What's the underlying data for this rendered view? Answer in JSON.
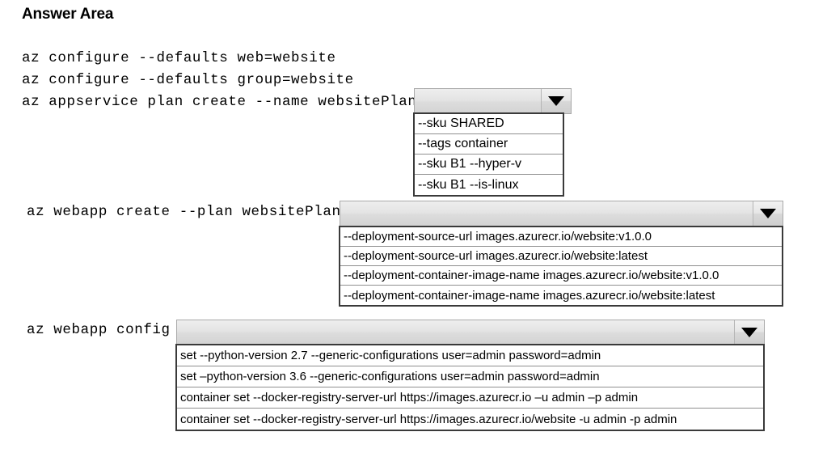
{
  "page": {
    "title": "Answer Area"
  },
  "commands": {
    "line1": "az configure --defaults web=website",
    "line2": "az configure --defaults group=website",
    "line3": "az appservice plan create --name websitePlan",
    "line4": "az webapp create --plan websitePlan",
    "line5": "az webapp config"
  },
  "dropdowns": [
    {
      "id": "dropdown-1",
      "selected_value": "",
      "arrow_icon": "chevron-down-icon",
      "expanded": true,
      "options": [
        "--sku SHARED",
        "--tags container",
        "--sku B1 --hyper-v",
        "--sku B1 --is-linux"
      ]
    },
    {
      "id": "dropdown-2",
      "selected_value": "",
      "arrow_icon": "chevron-down-icon",
      "expanded": true,
      "options": [
        "--deployment-source-url images.azurecr.io/website:v1.0.0",
        "--deployment-source-url images.azurecr.io/website:latest",
        "--deployment-container-image-name images.azurecr.io/website:v1.0.0",
        "--deployment-container-image-name images.azurecr.io/website:latest"
      ]
    },
    {
      "id": "dropdown-3",
      "selected_value": "",
      "arrow_icon": "chevron-down-icon",
      "expanded": true,
      "options": [
        "set --python-version 2.7 --generic-configurations user=admin password=admin",
        "set –python-version 3.6 --generic-configurations user=admin password=admin",
        "container set --docker-registry-server-url https://images.azurecr.io –u admin –p admin",
        "container set --docker-registry-server-url https://images.azurecr.io/website -u admin -p admin"
      ]
    }
  ],
  "colors": {
    "background": "#ffffff",
    "text": "#000000",
    "combo_face": "#e4e4e4",
    "combo_border": "#a9a9a9",
    "list_border": "#3a3a3a",
    "row_divider": "#8f8f8f"
  }
}
